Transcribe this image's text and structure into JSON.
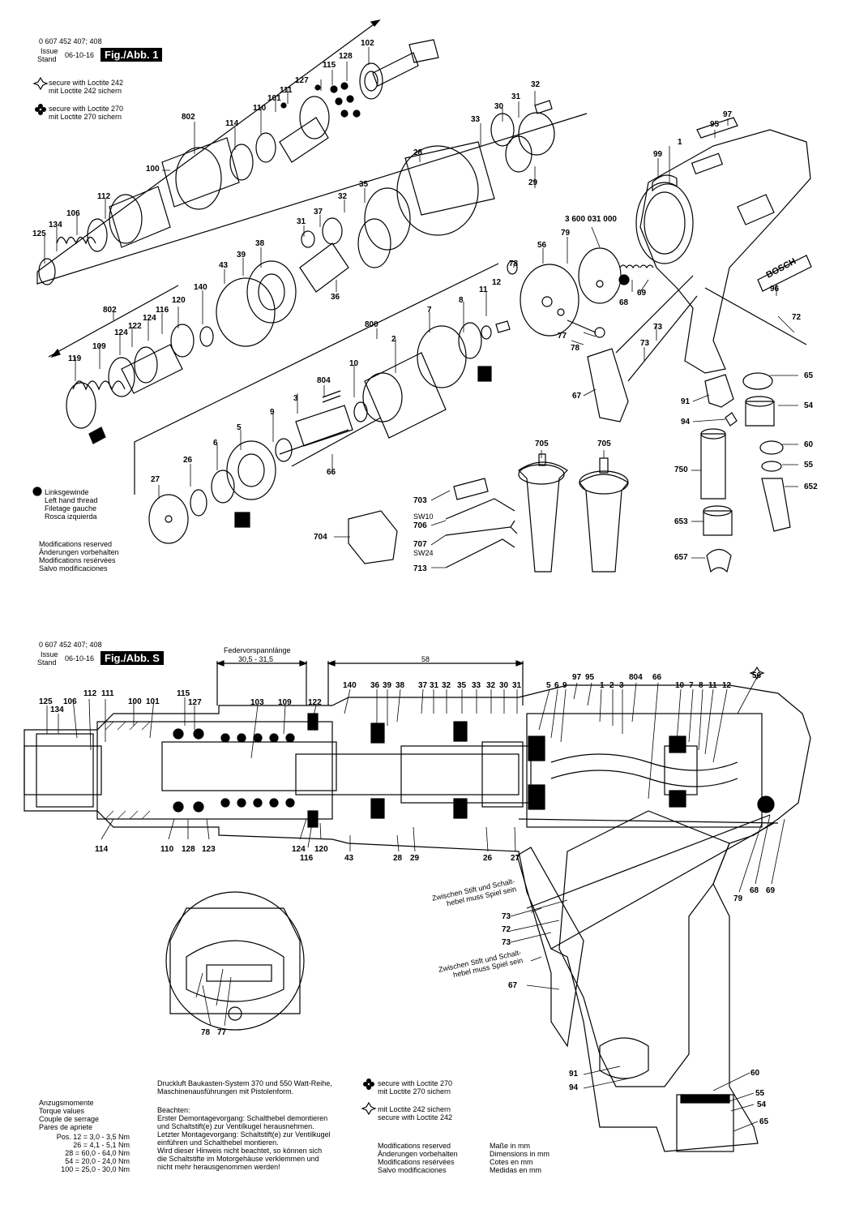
{
  "header_top": {
    "doc_number": "0 607 452 407; 408",
    "issue_label": "Issue",
    "stand_label": "Stand",
    "date": "06-10-16",
    "figure": "Fig./Abb. 1"
  },
  "loctite_notes_top": [
    "secure with Loctite 242\nmit Loctite 242 sichern",
    "secure with Loctite 270\nmit Loctite 270 sichern"
  ],
  "left_thread_note": "Linksgewinde\nLeft hand thread\nFiletage gauche\nRosca izquierda",
  "modifications_top": "Modifications reserved\nÄnderungen vorbehalten\nModifications resérvées\nSalvo modificaciones",
  "part_3600": "3 600 031 000",
  "sw10": "SW10",
  "sw24": "SW24",
  "brand": "BOSCH",
  "header_bottom": {
    "doc_number": "0 607 452 407; 408",
    "issue_label": "Issue",
    "stand_label": "Stand",
    "date": "06-10-16",
    "figure": "Fig./Abb. S"
  },
  "spring_preload_label": "Federvorspannlänge",
  "spring_preload_value": "30,5 - 31,5",
  "dim_58": "58",
  "between_note": "Zwischen Stift und Schalt-\nhebel muss Spiel sein",
  "torque": {
    "title": "Anzugsmomente\nTorque values\nCouple de serrage\nPares de apriete",
    "rows": "Pos. 12 =  3,0 -   3,5 Nm\n26 =  4,1 -   5,1 Nm\n28 = 60,0 - 64,0 Nm\n54 = 20,0 - 24,0 Nm\n100 = 25,0 - 30,0 Nm"
  },
  "system_text": "Druckluft Baukasten-System 370 und 550 Watt-Reihe,\nMaschinenausführungen mit Pistolenform.",
  "beachten_text": "Beachten:\nErster Demontagevorgang: Schalthebel demontieren\nund Schaltstift(e) zur Ventilkugel herausnehmen.\nLetzter Montagevorgang: Schaltstift(e) zur Ventilkugel\neinführen und Schalthebel montieren.\nWird dieser Hinweis nicht beachtet, so können sich\ndie Schaltstifte im Motorgehäuse verklemmen und\nnicht mehr herausgenommen werden!",
  "loctite_bottom_270": "secure with Loctite 270\nmit Loctite 270 sichern",
  "loctite_bottom_242": "mit Loctite 242 sichern\nsecure with Loctite 242",
  "modifications_bottom": "Modifications reserved\nÄnderungen vorbehalten\nModifications resérvées\nSalvo modificaciones",
  "units_note": "Maße in mm\nDimensions in mm\nCotes en mm\nMedidas en mm",
  "labels_top": [
    "102",
    "128",
    "115",
    "127",
    "111",
    "101",
    "110",
    "802",
    "114",
    "100",
    "112",
    "106",
    "134",
    "125",
    "32",
    "31",
    "30",
    "33",
    "28",
    "35",
    "37",
    "32",
    "31",
    "29",
    "39",
    "38",
    "43",
    "140",
    "36",
    "95",
    "97",
    "1",
    "99",
    "3 600 031 000",
    "79",
    "56",
    "78",
    "12",
    "11",
    "8",
    "7",
    "800",
    "2",
    "10",
    "804",
    "3",
    "9",
    "802",
    "120",
    "116",
    "124",
    "122",
    "124",
    "109",
    "119",
    "5",
    "6",
    "26",
    "27",
    "66",
    "78",
    "77",
    "73",
    "73",
    "68",
    "69",
    "96",
    "72",
    "67",
    "65",
    "54",
    "91",
    "94",
    "60",
    "750",
    "55",
    "652",
    "653",
    "657",
    "705",
    "705",
    "703",
    "706",
    "707",
    "713",
    "704"
  ],
  "labels_bottom": [
    "125",
    "106",
    "134",
    "112",
    "111",
    "100",
    "101",
    "115",
    "127",
    "103",
    "109",
    "122",
    "140",
    "36",
    "39",
    "38",
    "37",
    "31",
    "32",
    "35",
    "33",
    "32",
    "30",
    "31",
    "5",
    "6",
    "9",
    "97",
    "95",
    "1",
    "2",
    "3",
    "804",
    "66",
    "10",
    "7",
    "8",
    "11",
    "12",
    "56",
    "114",
    "110",
    "128",
    "123",
    "124",
    "116",
    "120",
    "43",
    "28",
    "29",
    "26",
    "27",
    "79",
    "68",
    "69",
    "73",
    "72",
    "73",
    "67",
    "78",
    "77",
    "91",
    "94",
    "60",
    "55",
    "54",
    "65"
  ]
}
